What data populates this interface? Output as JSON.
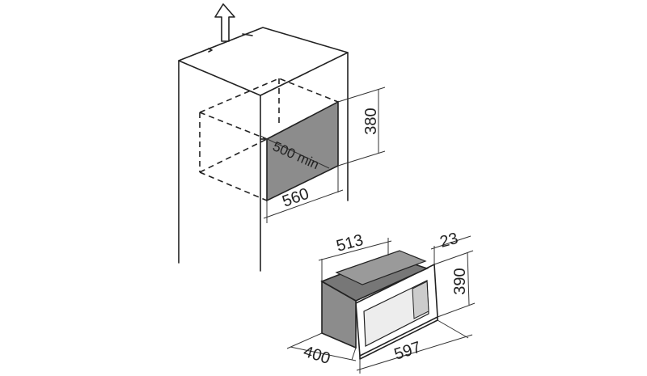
{
  "colors": {
    "line": "#222222",
    "cavity_fill": "#8c8c8c",
    "oven_side": "#8c8c8c",
    "oven_top": "#777777",
    "oven_front": "#eeeeee"
  },
  "icons": {
    "arrow": "up-arrow-icon"
  },
  "dimensions": {
    "niche_height": "380",
    "niche_depth": "500 min",
    "niche_width": "560",
    "body_width": "513",
    "frame_depth": "23",
    "frame_height": "390",
    "frame_width": "597",
    "oven_depth": "400"
  }
}
